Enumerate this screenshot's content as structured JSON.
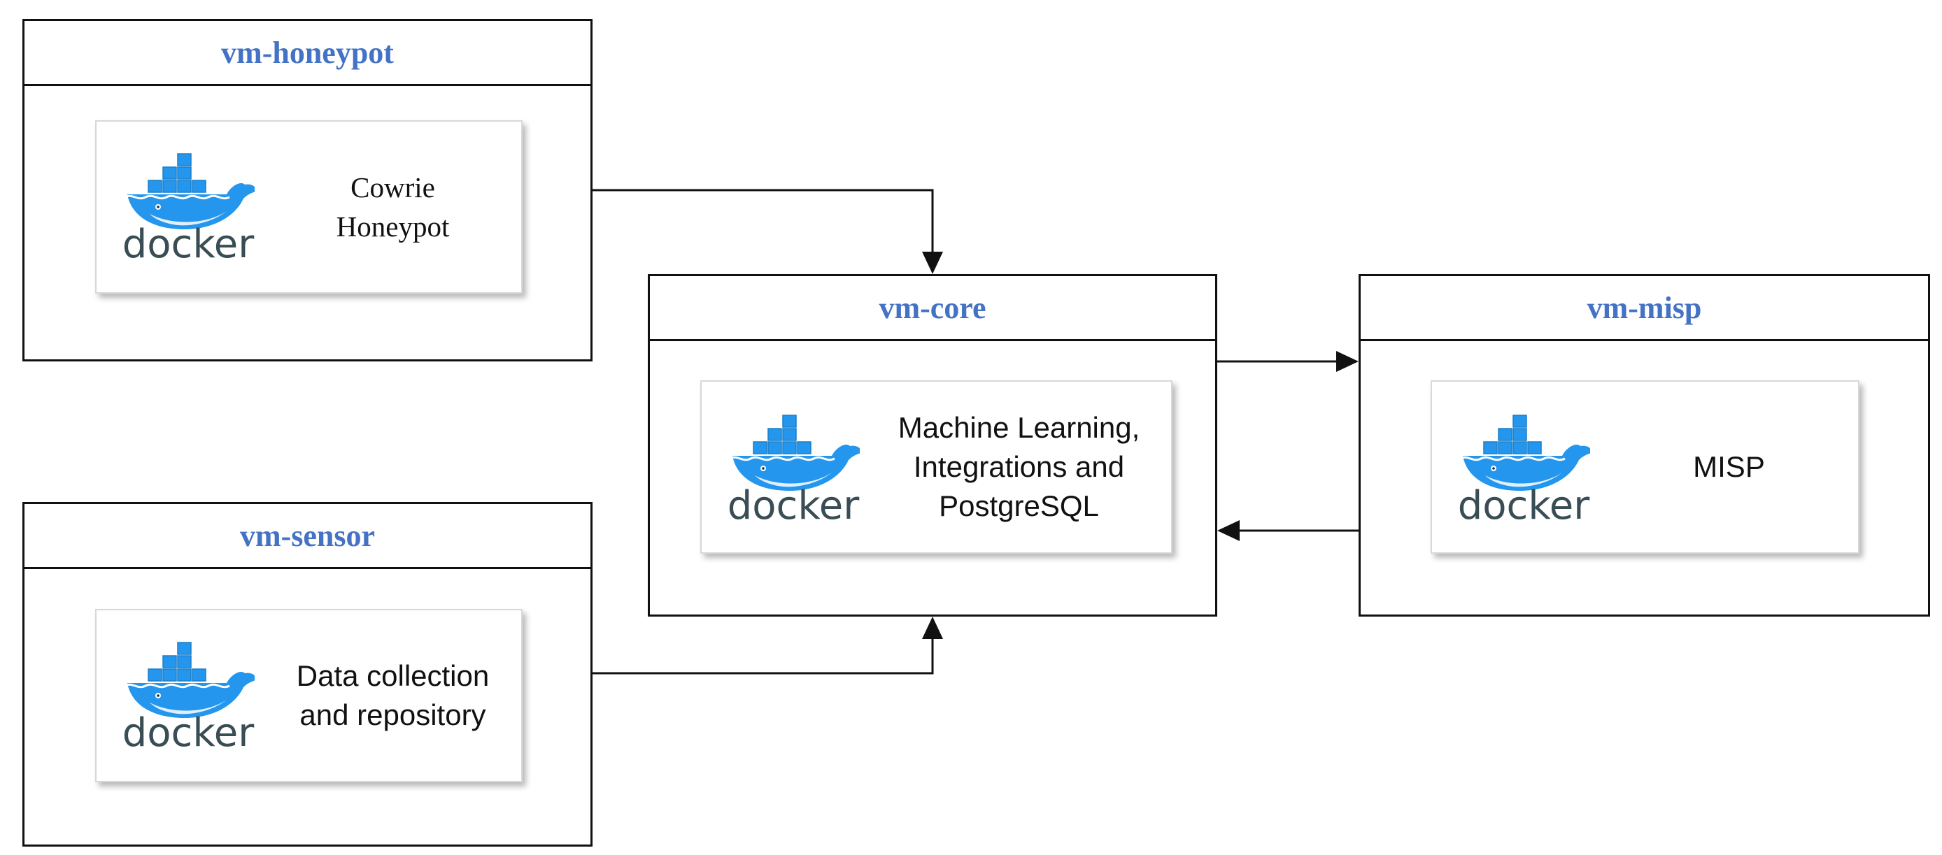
{
  "nodes": {
    "honeypot": {
      "title": "vm-honeypot",
      "service": "Cowrie\nHoneypot",
      "logo_text": "docker"
    },
    "sensor": {
      "title": "vm-sensor",
      "service": "Data collection\nand repository",
      "logo_text": "docker"
    },
    "core": {
      "title": "vm-core",
      "service": "Machine Learning,\nIntegrations and\nPostgreSQL",
      "logo_text": "docker"
    },
    "misp": {
      "title": "vm-misp",
      "service": "MISP",
      "logo_text": "docker"
    }
  },
  "edges": [
    {
      "from": "vm-honeypot",
      "to": "vm-core"
    },
    {
      "from": "vm-sensor",
      "to": "vm-core"
    },
    {
      "from": "vm-core",
      "to": "vm-misp"
    },
    {
      "from": "vm-misp",
      "to": "vm-core"
    }
  ],
  "colors": {
    "title": "#4472c4",
    "border": "#111111",
    "docker_blue": "#2496ed",
    "docker_text": "#394d54"
  },
  "icons": {
    "logo": "docker-logo-icon",
    "arrow": "arrowhead-icon"
  }
}
